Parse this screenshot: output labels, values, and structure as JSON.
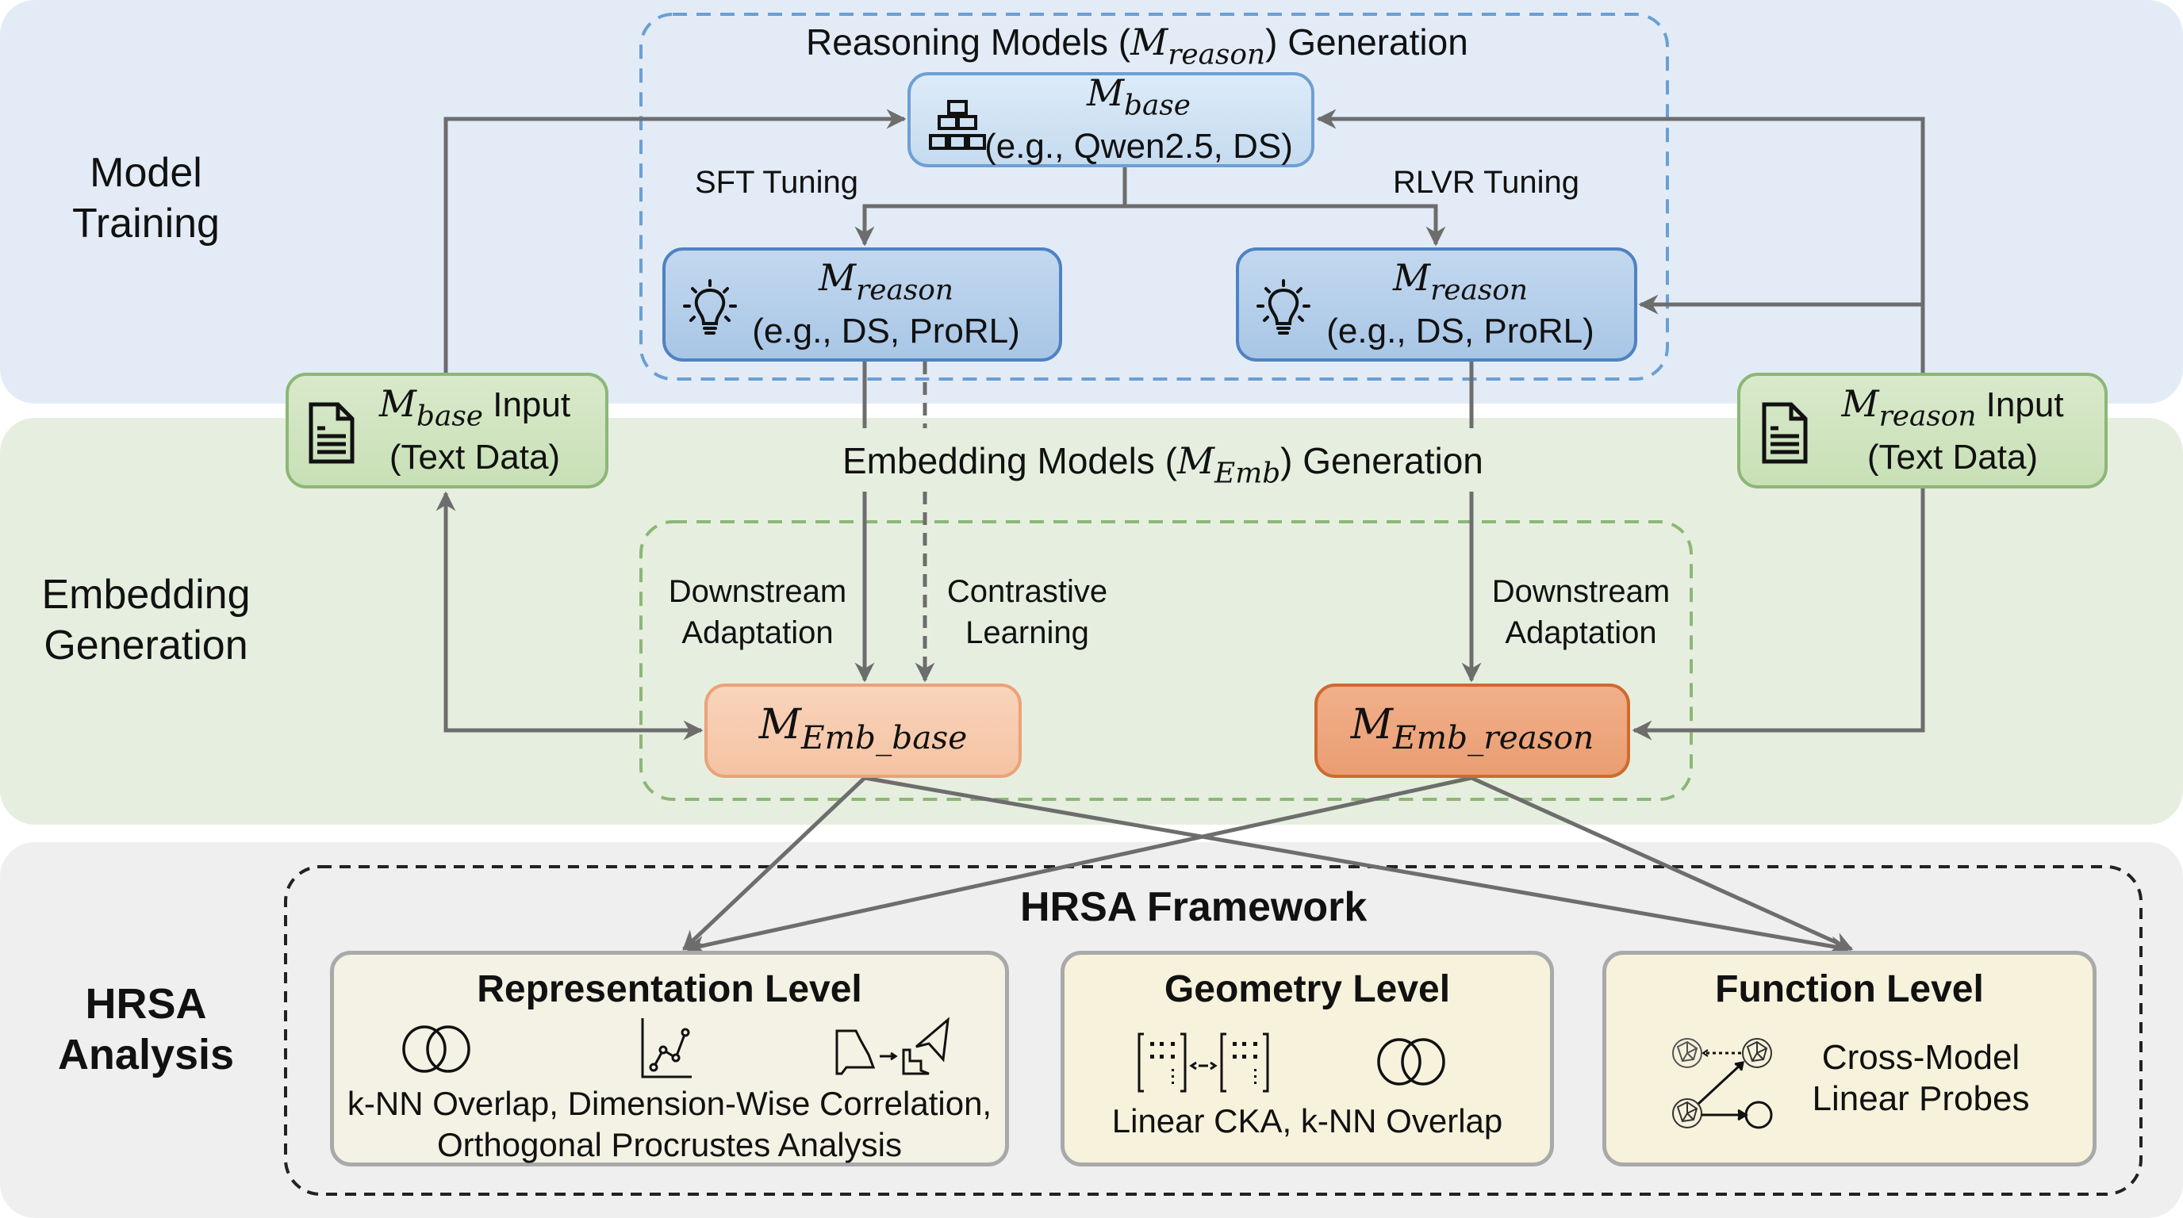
{
  "bands": {
    "training": {
      "label_line1": "Model",
      "label_line2": "Training"
    },
    "embedding": {
      "label_line1": "Embedding",
      "label_line2": "Generation"
    },
    "analysis": {
      "label_line1": "HRSA",
      "label_line2": "Analysis"
    }
  },
  "reasoning_region": {
    "title_prefix": "Reasoning Models (",
    "title_math": "M",
    "title_sub": "reason",
    "title_suffix": ") Generation"
  },
  "embedding_region": {
    "title_prefix": "Embedding Models (",
    "title_math": "M",
    "title_sub": "Emb",
    "title_suffix": ") Generation"
  },
  "nodes": {
    "m_base": {
      "math": "M",
      "sub": "base",
      "caption": "(e.g., Qwen2.5, DS)",
      "icon": "blocks-pyramid-icon"
    },
    "m_reason_sft": {
      "math": "M",
      "sub": "reason",
      "caption": "(e.g., DS, ProRL)",
      "icon": "lightbulb-icon"
    },
    "m_reason_rlvr": {
      "math": "M",
      "sub": "reason",
      "caption": "(e.g., DS, ProRL)",
      "icon": "lightbulb-icon"
    },
    "m_base_input": {
      "math": "M",
      "sub": "base",
      "suffix": " Input",
      "caption": "(Text Data)",
      "icon": "document-icon"
    },
    "m_reason_input": {
      "math": "M",
      "sub": "reason",
      "suffix": " Input",
      "caption": "(Text Data)",
      "icon": "document-icon"
    },
    "m_emb_base": {
      "math": "M",
      "sub": "Emb_base"
    },
    "m_emb_reason": {
      "math": "M",
      "sub": "Emb_reason"
    }
  },
  "edge_labels": {
    "sft": "SFT Tuning",
    "rlvr": "RLVR Tuning",
    "downstream_left_1": "Downstream",
    "downstream_left_2": "Adaptation",
    "contrastive_1": "Contrastive",
    "contrastive_2": "Learning",
    "downstream_right_1": "Downstream",
    "downstream_right_2": "Adaptation"
  },
  "hrsa": {
    "title": "HRSA Framework",
    "levels": [
      {
        "title": "Representation Level",
        "desc_line1": "k-NN Overlap, Dimension-Wise Correlation,",
        "desc_line2": "Orthogonal Procrustes Analysis",
        "icons": [
          "venn-circles-icon",
          "line-chart-icon",
          "procrustes-shapes-icon"
        ]
      },
      {
        "title": "Geometry Level",
        "desc_line1": "Linear CKA, k-NN Overlap",
        "icons": [
          "matrix-compare-icon",
          "venn-circles-icon"
        ]
      },
      {
        "title": "Function Level",
        "desc_line1": "Cross-Model",
        "desc_line2": "Linear Probes",
        "icons": [
          "network-probe-icon"
        ]
      }
    ]
  },
  "colors": {
    "training_band": "#e3ecf6",
    "embedding_band": "#e6efdf",
    "analysis_band": "#efefef",
    "arrow": "#6d6d6d",
    "reasoning_dash": "#6a9fd4",
    "embedding_dash": "#8cb777",
    "hrsa_dash": "#222222"
  }
}
